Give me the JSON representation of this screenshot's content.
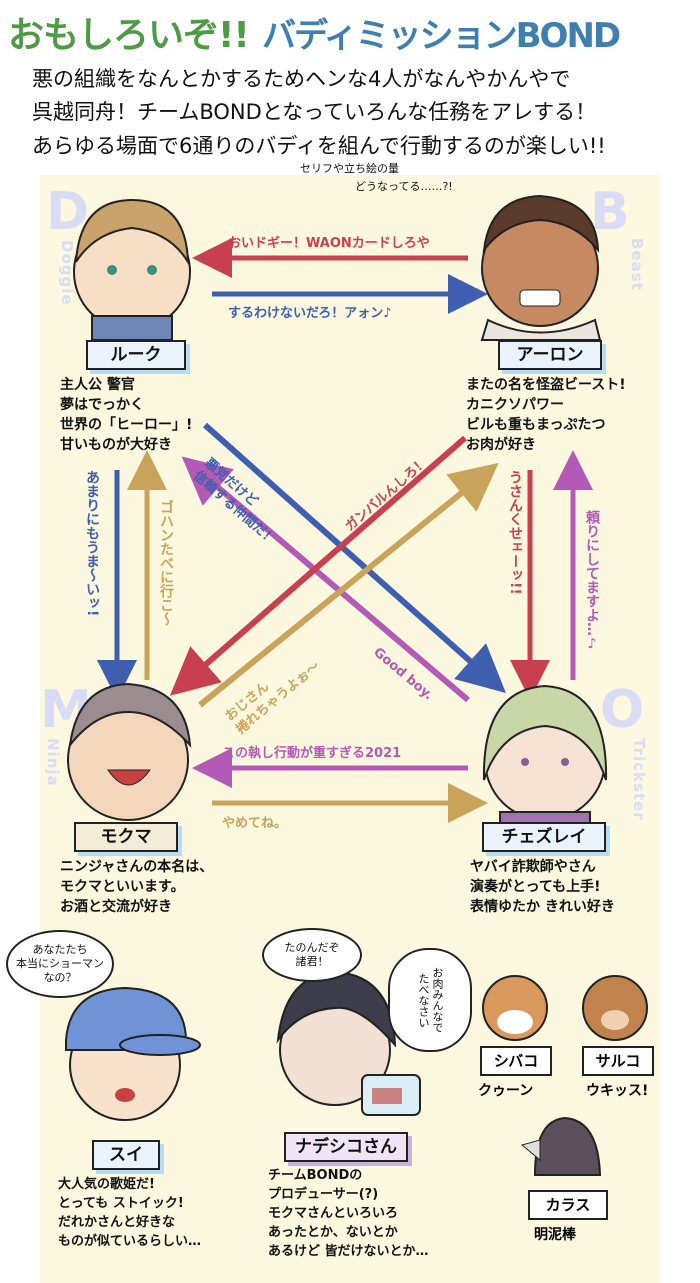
{
  "header": {
    "title_left": "おもしろいぞ!! ",
    "title_right": "バディミッションBOND",
    "intro_lines": [
      "悪の組織をなんとかするためヘンな4人がなんやかんやで",
      "呉越同舟！チームBONDとなっていろんな任務をアレする！",
      "あらゆる場面で6通りのバディを組んで行動するのが楽しい!!"
    ],
    "note_line1": "セリフや立ち絵の量",
    "note_line2": "どうなってる……?!"
  },
  "corners": {
    "d_letter": "D",
    "d_word": "Doggie",
    "b_letter": "B",
    "b_word": "Beast",
    "m_letter": "M",
    "m_word": "Ninja",
    "o_letter": "O",
    "o_word": "Trickster"
  },
  "characters": {
    "luke": {
      "name": "ルーク",
      "desc": "主人公 警官\n夢はでっかく\n世界の「ヒーロー」!\n甘いものが大好き"
    },
    "aaron": {
      "name": "アーロン",
      "desc": "またの名を怪盗ビースト!\nカニクソパワー\nビルも重もまっぷたつ\nお肉が好き"
    },
    "mokuma": {
      "name": "モクマ",
      "desc": "ニンジャさんの本名は、\nモクマといいます。\nお酒と交流が好き"
    },
    "chesley": {
      "name": "チェズレイ",
      "desc": "ヤバイ詐欺師やさん\n演奏がとっても上手!\n表情ゆたか きれい好き"
    }
  },
  "relations": {
    "aaron_to_luke": "おいドギー！WAONカードしろや",
    "luke_to_aaron": "するわけないだろ！アォン♪",
    "luke_to_mokuma": "あまりにもうま〜いッ!",
    "mokuma_to_luke": "ゴハンたべに行こ〜",
    "aaron_to_chesley": "うさんくせェーッ!!",
    "chesley_to_aaron": "頼りにしてますよ…♪",
    "chesley_to_mokuma": "この執し行動が重すぎる2021",
    "mokuma_to_chesley": "やめてね。",
    "luke_diag": "悪党だけど\n信頼する仲間だ！",
    "aaron_diag": "ガンバルんしろ！",
    "mokuma_diag": "おじさん\n捲れちゃうよぉ〜",
    "chesley_diag": "Good boy."
  },
  "extras": {
    "sui": {
      "name": "スイ",
      "bubble": "あなたたち\n本当にショーマン\nなの？",
      "desc": "大人気の歌姫だ!\nとっても ストイック!\nだれかさんと好きな\nものが似ているらしい…"
    },
    "nadeshiko": {
      "name": "ナデシコさん",
      "bubble1": "たのんだぞ\n諸君！",
      "bubble2": "お肉みんなで\nたべなさい",
      "desc": "チームBONDの\nプロデューサー(?)\nモクマさんといろいろ\nあったとか、ないとか\nあるけど 皆だけないとか…"
    },
    "shibako": {
      "name": "シバコ",
      "cry": "クゥーン"
    },
    "saruko": {
      "name": "サルコ",
      "cry": "ウキッス!"
    },
    "karasu": {
      "name": "カラス",
      "cry": "明泥棒"
    }
  },
  "colors": {
    "title_green": "#4f9a44",
    "title_blue": "#3e7fb0",
    "red": "#c8404f",
    "blue": "#3e5fb0",
    "gold": "#c9a35a",
    "purple": "#b25ab5",
    "cream": "#fbf8df"
  }
}
